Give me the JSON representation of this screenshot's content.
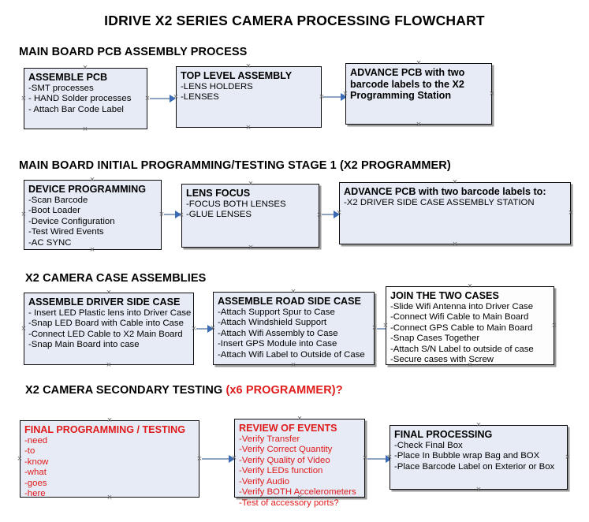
{
  "document": {
    "title": "IDRIVE X2  SERIES CAMERA PROCESSING FLOWCHART"
  },
  "colors": {
    "node_fill": "#E6EBF5",
    "node_fill_white": "#FDFDFD",
    "node_border": "#0B0B0B",
    "arrow_shaft": "#8EA4C0",
    "arrow_head": "#3B6BB5",
    "accent_red": "#E01B1B",
    "text": "#000000",
    "background": "#FFFFFF"
  },
  "sections": [
    {
      "id": "main-board-pcb-assembly-process",
      "header": "MAIN BOARD PCB ASSEMBLY PROCESS",
      "header_accent": "",
      "nodes": [
        {
          "id": "assemble-pcb",
          "title": "ASSEMBLE PCB",
          "lines": [
            "-SMT processes",
            "- HAND Solder processes",
            "- Attach Bar Code Label"
          ]
        },
        {
          "id": "top-level-assembly",
          "title": "TOP LEVEL ASSEMBLY",
          "lines": [
            "-LENS HOLDERS",
            "-LENSES"
          ]
        },
        {
          "id": "advance-pcb-to-x2-programming-station",
          "title": "ADVANCE PCB with two barcode labels to the  X2 Programming Station",
          "lines": []
        }
      ]
    },
    {
      "id": "main-board-initial-programming-testing-stage-1",
      "header": "MAIN BOARD INITIAL PROGRAMMING/TESTING STAGE 1 (X2 PROGRAMMER)",
      "header_accent": "",
      "nodes": [
        {
          "id": "device-programming",
          "title": "DEVICE PROGRAMMING",
          "lines": [
            "-Scan Barcode",
            "-Boot Loader",
            "-Device Configuration",
            "-Test Wired Events",
            "-AC SYNC"
          ]
        },
        {
          "id": "lens-focus",
          "title": "LENS FOCUS",
          "lines": [
            "-FOCUS BOTH LENSES",
            "-GLUE LENSES"
          ]
        },
        {
          "id": "advance-pcb-to-driver-side-case-assembly",
          "title": "ADVANCE PCB with two barcode labels to:",
          "lines": [
            "-X2 DRIVER  SIDE  CASE  ASSEMBLY STATION"
          ]
        }
      ]
    },
    {
      "id": "x2-camera-case-assemblies",
      "header": "X2 CAMERA CASE ASSEMBLIES",
      "header_accent": "",
      "nodes": [
        {
          "id": "assemble-driver-side-case",
          "title": "ASSEMBLE DRIVER SIDE CASE",
          "lines": [
            "- Insert LED Plastic lens into Driver Case",
            "-Snap LED Board with Cable into Case",
            "-Connect LED Cable to X2 Main Board",
            "-Snap Main Board into case"
          ]
        },
        {
          "id": "assemble-road-side-case",
          "title": "ASSEMBLE ROAD SIDE CASE",
          "lines": [
            "-Attach Support Spur to Case",
            "-Attach Windshield Support",
            "-Attach Wifi Assembly to Case",
            "-Insert GPS Module into Case",
            "-Attach Wifi Label to Outside of Case"
          ]
        },
        {
          "id": "join-the-two-cases",
          "title": "JOIN THE TWO CASES",
          "lines": [
            "-Slide Wifi Antenna into Driver Case",
            "-Connect Wifi Cable to Main Board",
            "-Connect GPS Cable to Main Board",
            "-Snap Cases Together",
            "-Attach S/N Label to outside of case",
            "-Secure cases with Screw"
          ]
        }
      ]
    },
    {
      "id": "x2-camera-secondary-testing",
      "header": "X2 CAMERA SECONDARY TESTING ",
      "header_accent": "(x6 PROGRAMMER)?",
      "nodes": [
        {
          "id": "final-programming-testing",
          "title": "FINAL PROGRAMMING / TESTING",
          "lines": [
            "-need",
            "-to",
            "-know",
            "-what",
            "-goes",
            "-here"
          ]
        },
        {
          "id": "review-of-events",
          "title": "REVIEW OF EVENTS",
          "lines": [
            "-Verify Transfer",
            "-Verify Correct Quantity",
            "-Verify Quality of Video",
            "-Verify LEDs function",
            "-Verify Audio",
            "-Verify BOTH Accelerometers"
          ],
          "overflow_line": "-Test of accessory ports?"
        },
        {
          "id": "final-processing",
          "title": "FINAL PROCESSING",
          "lines": [
            " -Check Final Box",
            "-Place In Bubble wrap Bag and BOX",
            "-Place Barcode Label on Exterior or Box"
          ]
        }
      ]
    }
  ]
}
